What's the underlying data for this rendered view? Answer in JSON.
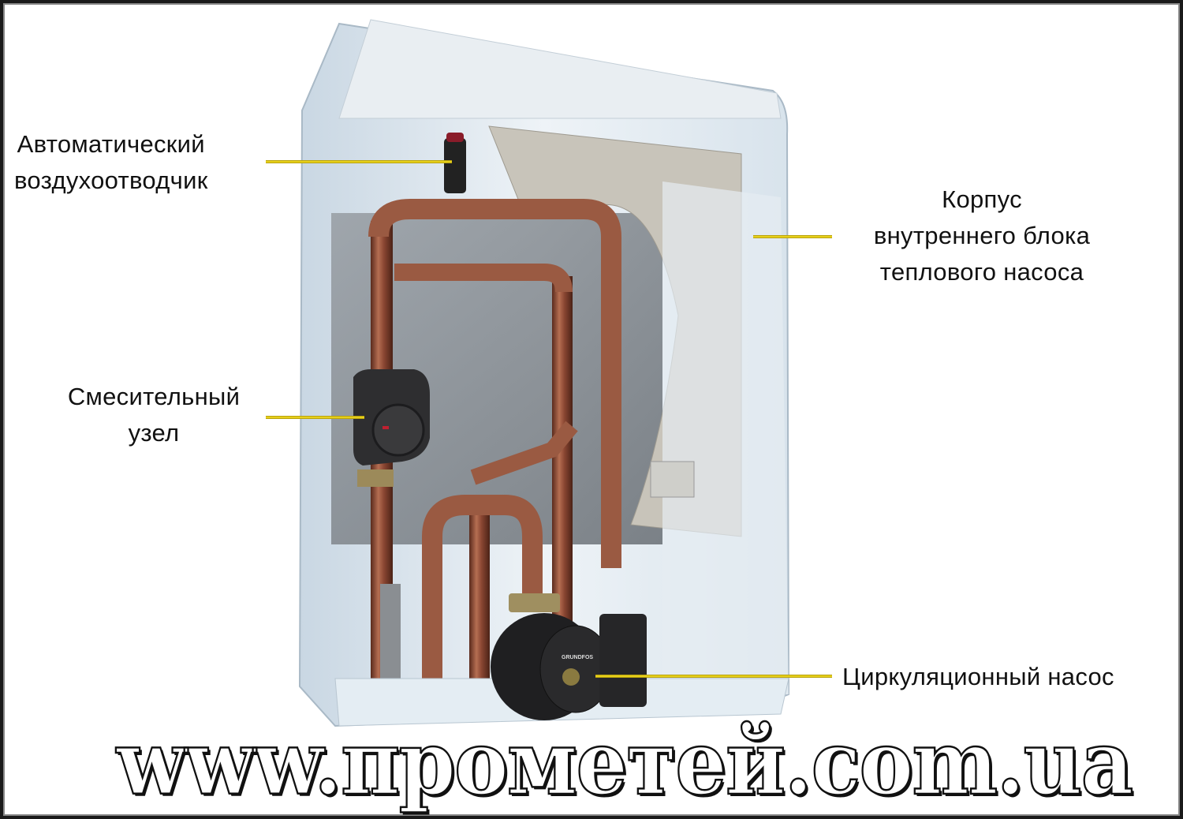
{
  "diagram": {
    "subject": "Heat pump indoor unit cutaway",
    "labels": [
      {
        "id": "air-vent",
        "lines": [
          "Автоматический",
          "воздухоотводчик"
        ]
      },
      {
        "id": "housing",
        "lines": [
          "Корпус",
          "внутреннего блока",
          "теплового насоса"
        ]
      },
      {
        "id": "mixing-unit",
        "lines": [
          "Смесительный",
          "узел"
        ]
      },
      {
        "id": "circulation-pump",
        "lines": [
          "Циркуляционный насос"
        ]
      }
    ],
    "pump_brand": "GRUNDFOS",
    "leader_color": "#e6cf1a"
  },
  "watermark": {
    "text": "www.прометей.com.ua"
  }
}
